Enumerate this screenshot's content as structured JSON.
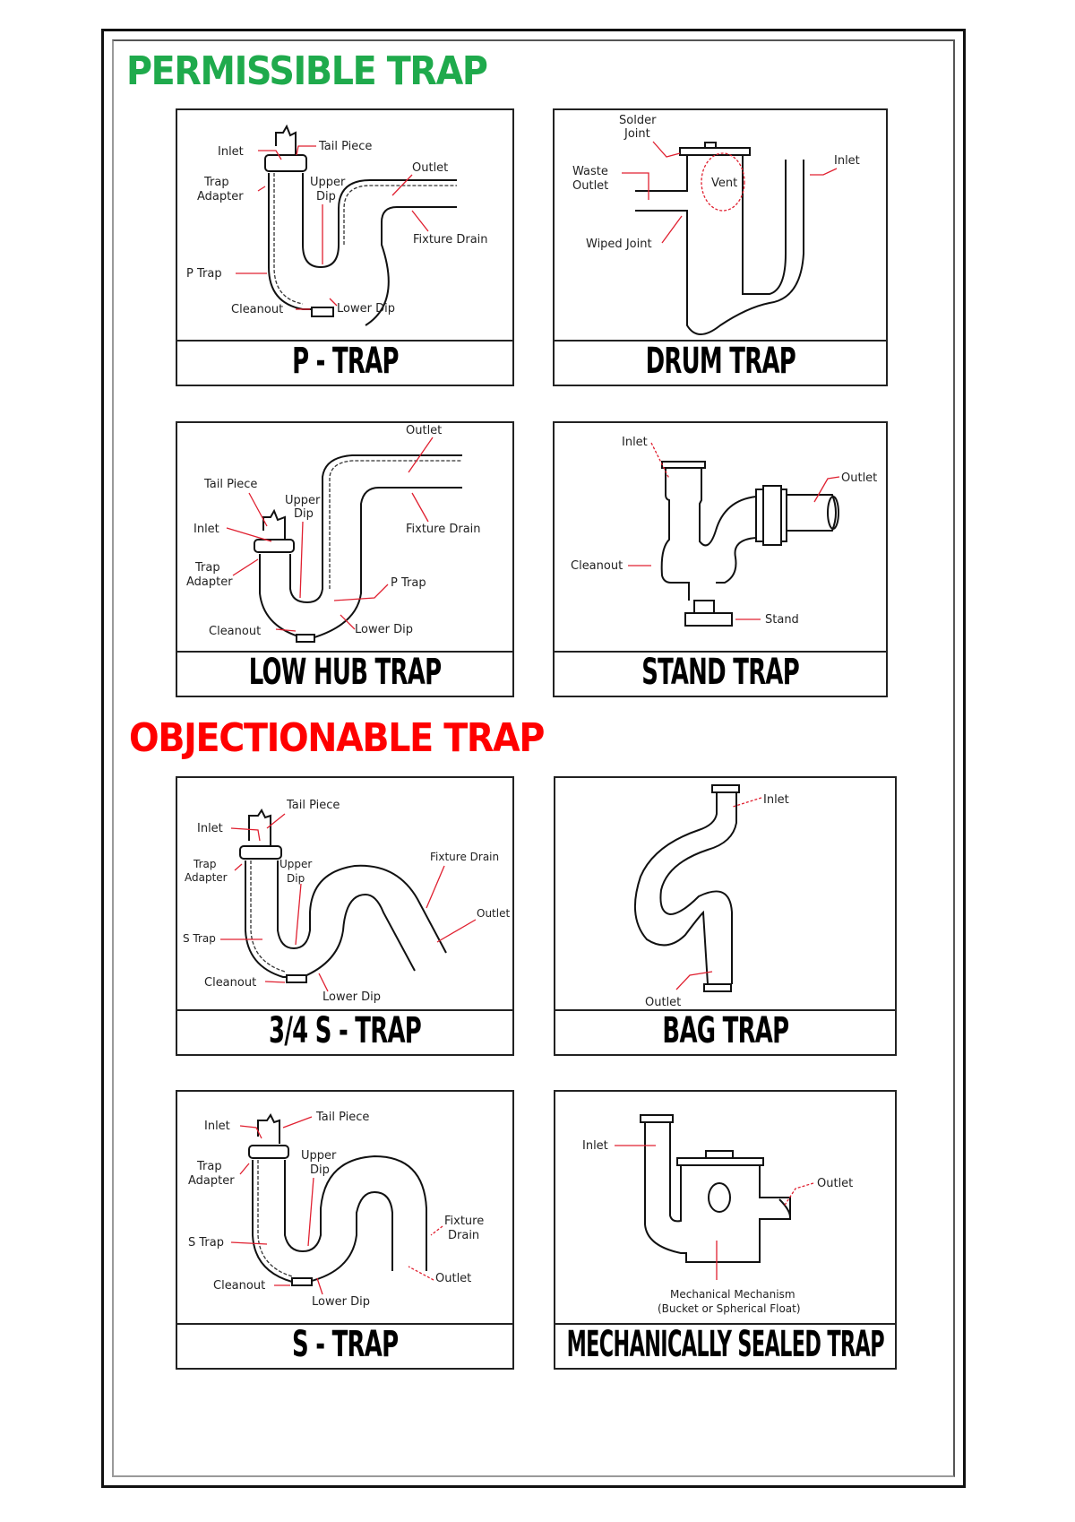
{
  "sections": {
    "permissible": {
      "title": "PERMISSIBLE TRAP",
      "color": "#1faa4c"
    },
    "objectionable": {
      "title": "OBJECTIONABLE TRAP",
      "color": "#ff0000"
    }
  },
  "traps": {
    "p_trap": {
      "caption": "P - TRAP",
      "labels": {
        "inlet": "Inlet",
        "tail_piece": "Tail Piece",
        "trap_adapter_1": "Trap",
        "trap_adapter_2": "Adapter",
        "upper_dip_1": "Upper",
        "upper_dip_2": "Dip",
        "outlet": "Outlet",
        "fixture_drain": "Fixture Drain",
        "p_trap": "P Trap",
        "cleanout": "Cleanout",
        "lower_dip": "Lower Dip"
      }
    },
    "drum_trap": {
      "caption": "DRUM TRAP",
      "labels": {
        "solder_joint_1": "Solder",
        "solder_joint_2": "Joint",
        "waste_outlet_1": "Waste",
        "waste_outlet_2": "Outlet",
        "vent": "Vent",
        "inlet": "Inlet",
        "wiped_joint": "Wiped Joint"
      }
    },
    "low_hub_trap": {
      "caption": "LOW HUB TRAP",
      "labels": {
        "outlet": "Outlet",
        "tail_piece": "Tail Piece",
        "upper_dip_1": "Upper",
        "upper_dip_2": "Dip",
        "inlet": "Inlet",
        "fixture_drain": "Fixture Drain",
        "trap_adapter_1": "Trap",
        "trap_adapter_2": "Adapter",
        "p_trap": "P Trap",
        "cleanout": "Cleanout",
        "lower_dip": "Lower Dip"
      }
    },
    "stand_trap": {
      "caption": "STAND TRAP",
      "labels": {
        "inlet": "Inlet",
        "outlet": "Outlet",
        "cleanout": "Cleanout",
        "stand": "Stand"
      }
    },
    "three_quarter_s_trap": {
      "caption": "3/4 S - TRAP",
      "labels": {
        "tail_piece": "Tail Piece",
        "inlet": "Inlet",
        "trap_adapter_1": "Trap",
        "trap_adapter_2": "Adapter",
        "upper_dip_1": "Upper",
        "upper_dip_2": "Dip",
        "fixture_drain": "Fixture Drain",
        "outlet": "Outlet",
        "s_trap": "S Trap",
        "cleanout": "Cleanout",
        "lower_dip": "Lower Dip"
      }
    },
    "bag_trap": {
      "caption": "BAG TRAP",
      "labels": {
        "inlet": "Inlet",
        "outlet": "Outlet"
      }
    },
    "s_trap": {
      "caption": "S - TRAP",
      "labels": {
        "inlet": "Inlet",
        "tail_piece": "Tail Piece",
        "upper_dip_1": "Upper",
        "upper_dip_2": "Dip",
        "trap_adapter_1": "Trap",
        "trap_adapter_2": "Adapter",
        "fixture_drain_1": "Fixture",
        "fixture_drain_2": "Drain",
        "s_trap": "S Trap",
        "cleanout": "Cleanout",
        "outlet": "Outlet",
        "lower_dip": "Lower Dip"
      }
    },
    "mechanically_sealed_trap": {
      "caption": "MECHANICALLY SEALED TRAP",
      "labels": {
        "inlet": "Inlet",
        "outlet": "Outlet",
        "mechanism_1": "Mechanical Mechanism",
        "mechanism_2": "(Bucket or Spherical Float)"
      }
    }
  }
}
